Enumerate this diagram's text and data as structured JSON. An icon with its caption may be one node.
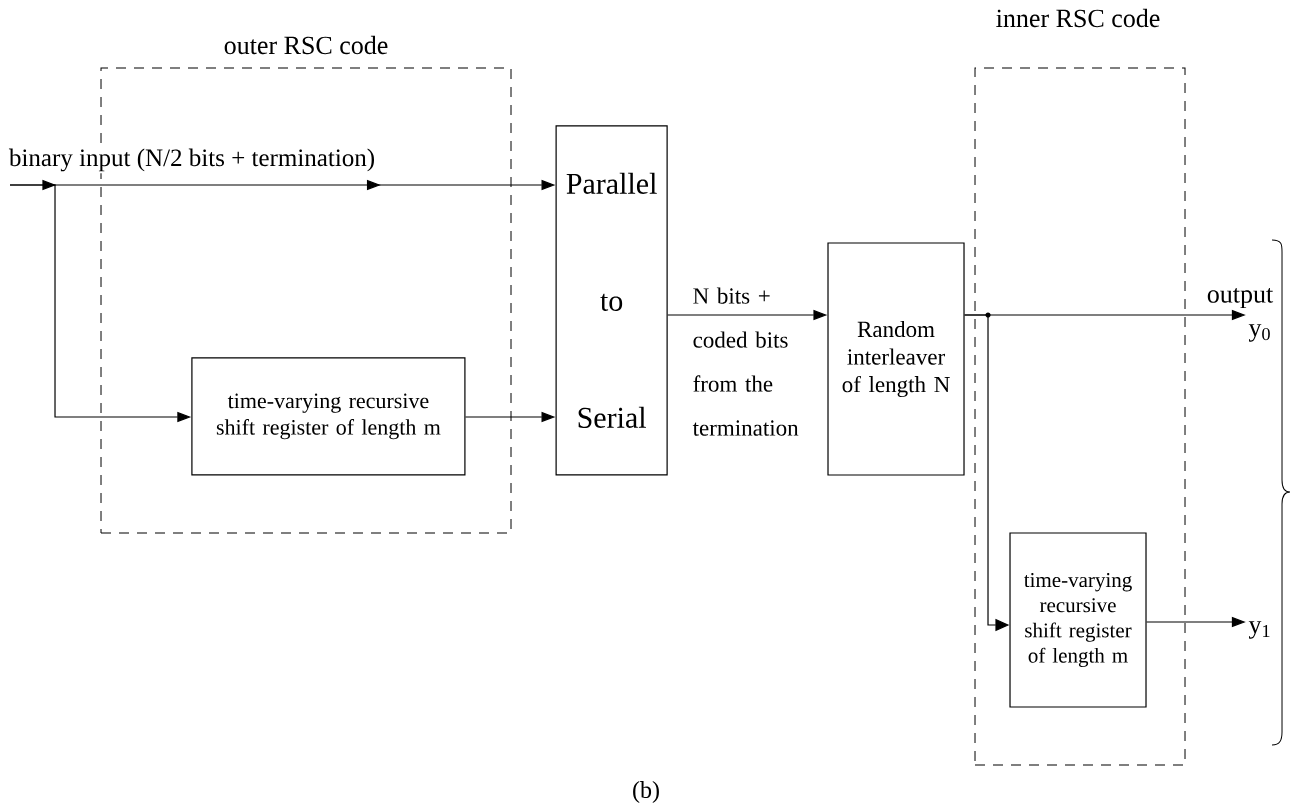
{
  "diagram": {
    "caption": "(b)",
    "nodes": [
      {
        "text": [
          "outer RSC code"
        ]
      },
      {
        "text": [
          "time-varying recursive shift register of length m"
        ],
        "in": 0
      },
      {
        "text": [
          "Parallel to Serial"
        ]
      },
      {
        "text": [
          "Random interleaver of length N"
        ]
      },
      {
        "text": [
          "inner RSC code"
        ]
      },
      {
        "text": [
          "time-varying recursive shift register of length m"
        ],
        "in": 4
      },
      {
        "text": [
          "y$_{0}$"
        ]
      },
      {
        "text": [
          "y$_{1}$"
        ]
      }
    ],
    "edges": [
      {
        "from": null,
        "to": 2,
        "arrow": "to",
        "label": "binary input (N/2 bits + termination)"
      },
      {
        "from": null,
        "to": 1,
        "arrow": "to"
      },
      {
        "from": 1,
        "to": 2,
        "arrow": "to"
      },
      {
        "from": 2,
        "to": 3,
        "arrow": "to",
        "label": "N bits + coded bits from the termination"
      },
      {
        "from": 3,
        "to": 6,
        "arrow": "to"
      },
      {
        "from": 3,
        "to": 5,
        "arrow": "to"
      },
      {
        "from": 5,
        "to": 7,
        "arrow": "to"
      }
    ],
    "labels": [
      "output"
    ]
  }
}
